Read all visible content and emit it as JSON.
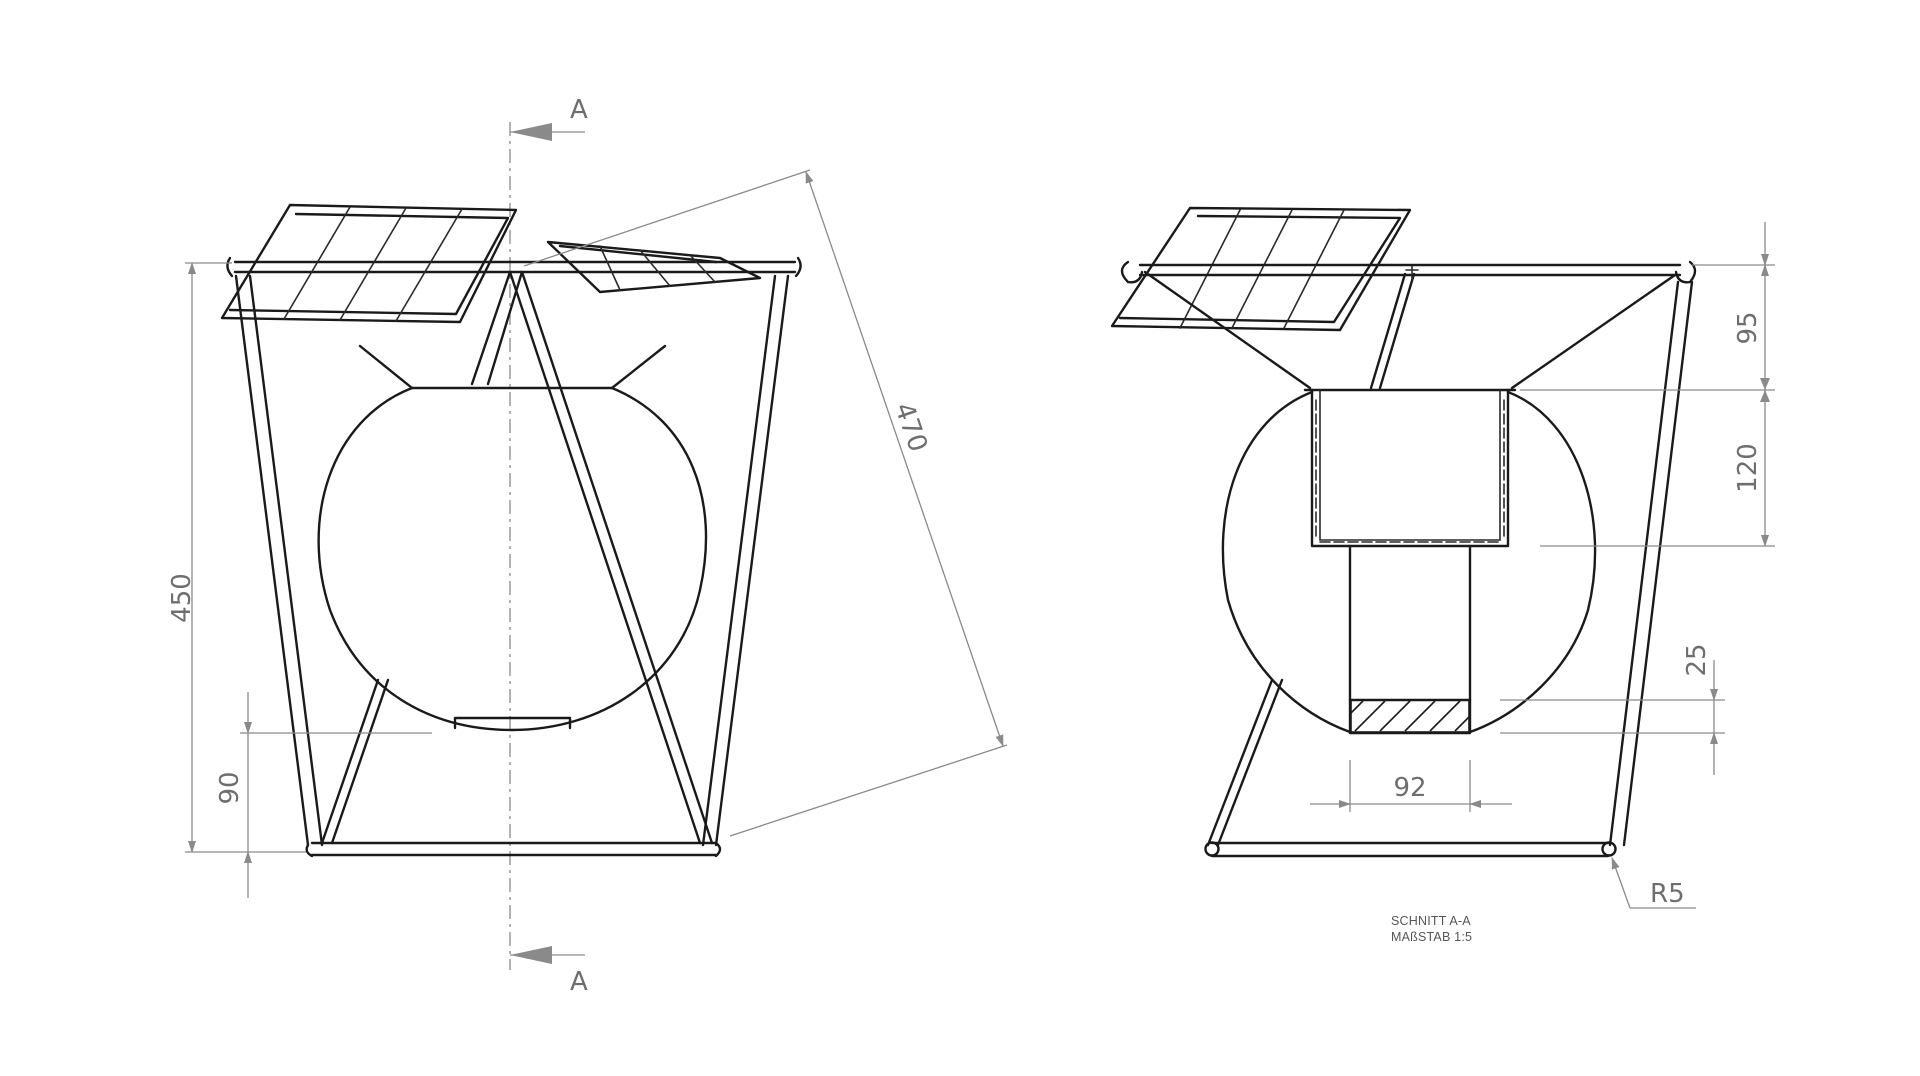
{
  "section_marker": {
    "letter_top": "A",
    "letter_bottom": "A"
  },
  "front_view": {
    "dim_height_total": "450",
    "dim_diagonal": "470",
    "dim_cutout_height": "90"
  },
  "section_view": {
    "dim_top": "95",
    "dim_insert": "120",
    "dim_slot": "25",
    "dim_width": "92",
    "dim_radius": "R5",
    "caption_line1": "SCHNITT A-A",
    "caption_line2": "MAßSTAB 1:5"
  },
  "colors": {
    "line": "#1a1a1a",
    "dimension": "#8a8a8a",
    "background": "#ffffff"
  }
}
